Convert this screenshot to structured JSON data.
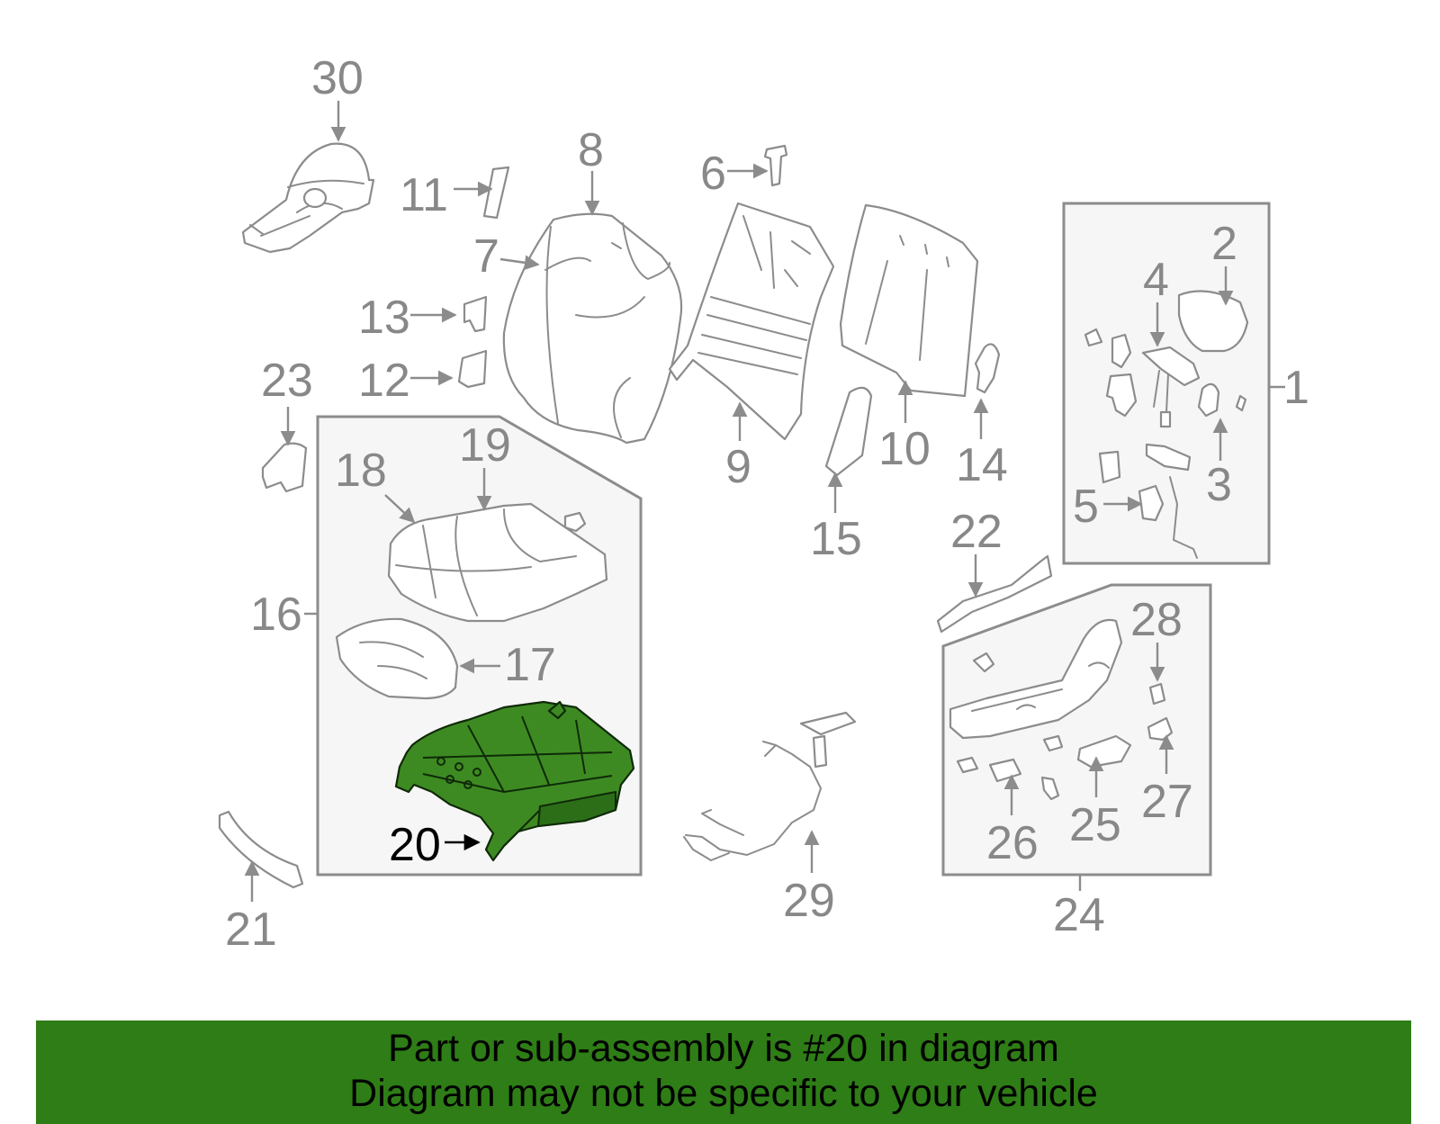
{
  "diagram": {
    "highlighted_callout": "20",
    "highlight_color": "#3d8a22",
    "callouts": {
      "c1": "1",
      "c2": "2",
      "c3": "3",
      "c4": "4",
      "c5": "5",
      "c6": "6",
      "c7": "7",
      "c8": "8",
      "c9": "9",
      "c10": "10",
      "c11": "11",
      "c12": "12",
      "c13": "13",
      "c14": "14",
      "c15": "15",
      "c16": "16",
      "c17": "17",
      "c18": "18",
      "c19": "19",
      "c20": "20",
      "c21": "21",
      "c22": "22",
      "c23": "23",
      "c24": "24",
      "c25": "25",
      "c26": "26",
      "c27": "27",
      "c28": "28",
      "c29": "29",
      "c30": "30"
    }
  },
  "footer": {
    "line1": "Part or sub-assembly is #20 in diagram",
    "line2": "Diagram may not be specific to your vehicle",
    "background_color": "#2e7d16"
  }
}
